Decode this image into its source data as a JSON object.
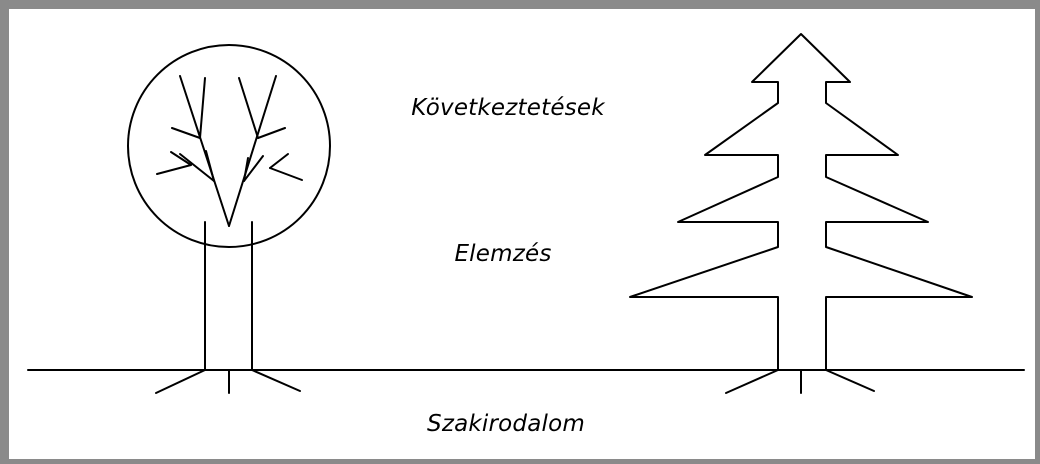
{
  "labels": {
    "top": "Következtetések",
    "middle": "Elemzés",
    "bottom": "Szakirodalom"
  }
}
